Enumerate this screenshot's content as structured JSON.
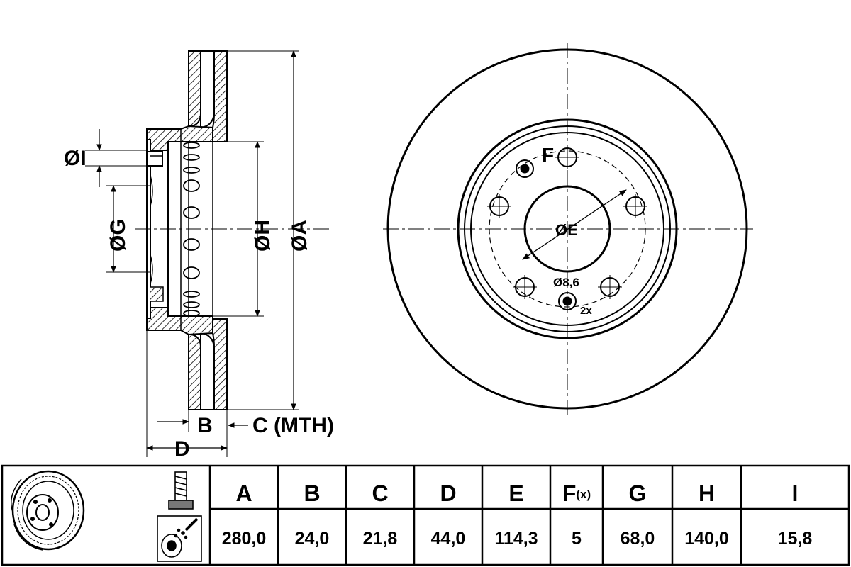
{
  "section_labels": {
    "dia_i": "ØI",
    "dia_g": "ØG",
    "dia_h": "ØH",
    "dia_a": "ØA",
    "dia_e": "ØE",
    "dim_b": "B",
    "dim_c": "C (MTH)",
    "dim_d": "D",
    "hole_f": "F",
    "hole_dia": "Ø8,6",
    "hole_count": "2x"
  },
  "table": {
    "headers": [
      "A",
      "B",
      "C",
      "D",
      "E",
      "F",
      "G",
      "H",
      "I"
    ],
    "f_suffix": "(x)",
    "values": [
      "280,0",
      "24,0",
      "21,8",
      "44,0",
      "114,3",
      "5",
      "68,0",
      "140,0",
      "15,8"
    ]
  },
  "icons": [
    "brake-disc-icon",
    "bolt-icon",
    "grease-spray-icon"
  ]
}
